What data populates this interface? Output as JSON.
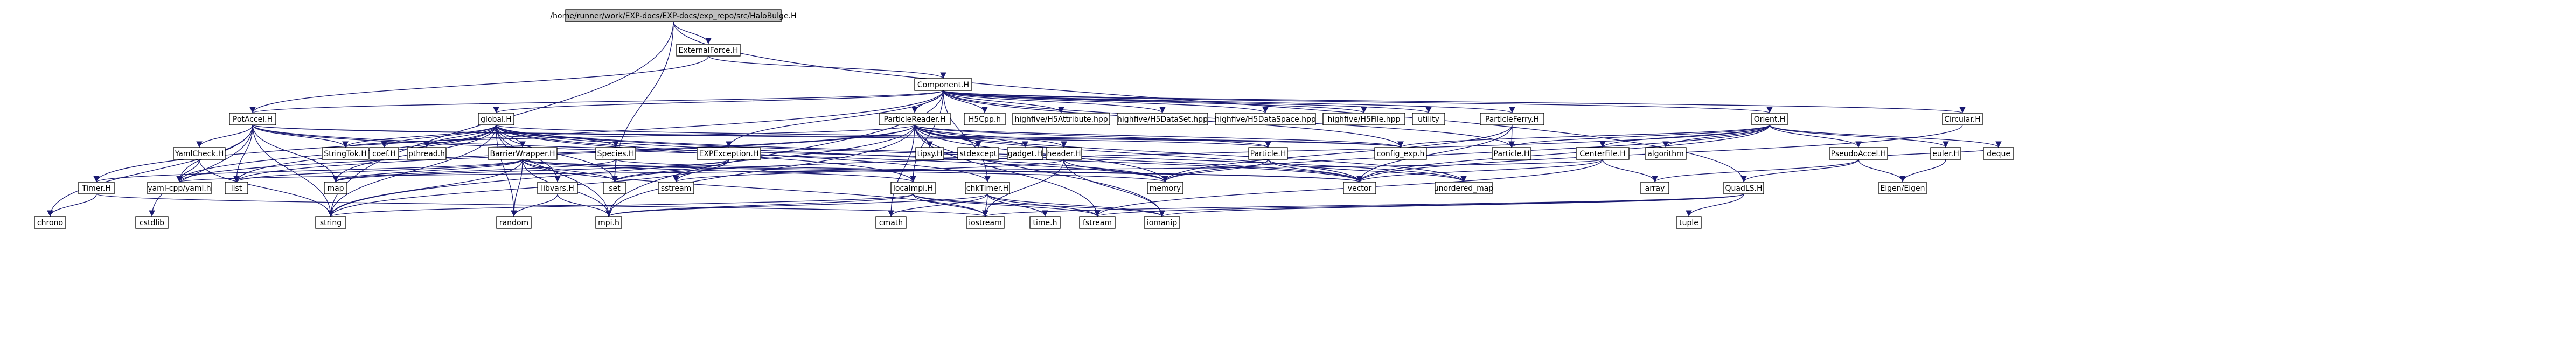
{
  "graph": {
    "title": "/home/runner/work/EXP-docs/EXP-docs/exp_repo/src/HaloBulge.H",
    "root": "halobulge",
    "colors": {
      "edge": "#191970",
      "node_border": "#000000",
      "root_fill": "#bfbfbf",
      "node_fill": "#ffffff"
    },
    "nodes": [
      {
        "id": "halobulge",
        "label": "/home/runner/work/EXP-docs/EXP-docs/exp_repo/src/HaloBulge.H"
      },
      {
        "id": "externalforce",
        "label": "ExternalForce.H"
      },
      {
        "id": "component",
        "label": "Component.H"
      },
      {
        "id": "potaccel",
        "label": "PotAccel.H"
      },
      {
        "id": "global",
        "label": "global.H"
      },
      {
        "id": "particlereader",
        "label": "ParticleReader.H"
      },
      {
        "id": "h5cpp",
        "label": "H5Cpp.h"
      },
      {
        "id": "h5attribute",
        "label": "highfive/H5Attribute.hpp"
      },
      {
        "id": "h5dataset",
        "label": "highfive/H5DataSet.hpp"
      },
      {
        "id": "h5dataspace",
        "label": "highfive/H5DataSpace.hpp"
      },
      {
        "id": "h5file",
        "label": "highfive/H5File.hpp"
      },
      {
        "id": "utility",
        "label": "utility"
      },
      {
        "id": "particleferry",
        "label": "ParticleFerry.H"
      },
      {
        "id": "orient",
        "label": "Orient.H"
      },
      {
        "id": "circular",
        "label": "Circular.H"
      },
      {
        "id": "yamlcheck",
        "label": "YamlCheck.H"
      },
      {
        "id": "stringtok",
        "label": "StringTok.H"
      },
      {
        "id": "coef",
        "label": "coef.H"
      },
      {
        "id": "pthread",
        "label": "pthread.h"
      },
      {
        "id": "barrierwrapper",
        "label": "BarrierWrapper.H"
      },
      {
        "id": "species",
        "label": "Species.H"
      },
      {
        "id": "expexception",
        "label": "EXPException.H"
      },
      {
        "id": "tipsy",
        "label": "tipsy.H"
      },
      {
        "id": "stdexcept",
        "label": "stdexcept"
      },
      {
        "id": "gadget",
        "label": "gadget.H"
      },
      {
        "id": "header",
        "label": "header.H"
      },
      {
        "id": "particle",
        "label": "Particle.H"
      },
      {
        "id": "centerfile",
        "label": "CenterFile.H"
      },
      {
        "id": "configexp",
        "label": "config_exp.h"
      },
      {
        "id": "particleh",
        "label": "Particle.H"
      },
      {
        "id": "algorithm",
        "label": "algorithm"
      },
      {
        "id": "pseudoaccel",
        "label": "PseudoAccel.H"
      },
      {
        "id": "euler",
        "label": "euler.H"
      },
      {
        "id": "deque",
        "label": "deque"
      },
      {
        "id": "timer",
        "label": "Timer.H"
      },
      {
        "id": "yamlcpp",
        "label": "yaml-cpp/yaml.h"
      },
      {
        "id": "list",
        "label": "list"
      },
      {
        "id": "map",
        "label": "map"
      },
      {
        "id": "libvars",
        "label": "libvars.H"
      },
      {
        "id": "set",
        "label": "set"
      },
      {
        "id": "sstream",
        "label": "sstream"
      },
      {
        "id": "localmpi",
        "label": "localmpi.H"
      },
      {
        "id": "chktimer",
        "label": "chkTimer.H"
      },
      {
        "id": "memory",
        "label": "memory"
      },
      {
        "id": "vector",
        "label": "vector"
      },
      {
        "id": "unorderedmap",
        "label": "unordered_map"
      },
      {
        "id": "array",
        "label": "array"
      },
      {
        "id": "quadls",
        "label": "QuadLS.H"
      },
      {
        "id": "eigen",
        "label": "Eigen/Eigen"
      },
      {
        "id": "chrono",
        "label": "chrono"
      },
      {
        "id": "cstdlib",
        "label": "cstdlib"
      },
      {
        "id": "string",
        "label": "string"
      },
      {
        "id": "random",
        "label": "random"
      },
      {
        "id": "mpi",
        "label": "mpi.h"
      },
      {
        "id": "cmath",
        "label": "cmath"
      },
      {
        "id": "iostream",
        "label": "iostream"
      },
      {
        "id": "timeh",
        "label": "time.h"
      },
      {
        "id": "fstream",
        "label": "fstream"
      },
      {
        "id": "iomanip",
        "label": "iomanip"
      },
      {
        "id": "tuple",
        "label": "tuple"
      }
    ],
    "edges": [
      [
        "halobulge",
        "externalforce"
      ],
      [
        "halobulge",
        "string"
      ],
      [
        "halobulge",
        "set"
      ],
      [
        "halobulge",
        "quadls"
      ],
      [
        "externalforce",
        "component"
      ],
      [
        "externalforce",
        "potaccel"
      ],
      [
        "component",
        "potaccel"
      ],
      [
        "component",
        "global"
      ],
      [
        "component",
        "particlereader"
      ],
      [
        "component",
        "h5cpp"
      ],
      [
        "component",
        "h5attribute"
      ],
      [
        "component",
        "h5dataset"
      ],
      [
        "component",
        "h5dataspace"
      ],
      [
        "component",
        "h5file"
      ],
      [
        "component",
        "utility"
      ],
      [
        "component",
        "particleferry"
      ],
      [
        "component",
        "orient"
      ],
      [
        "component",
        "circular"
      ],
      [
        "component",
        "expexception"
      ],
      [
        "component",
        "configexp"
      ],
      [
        "component",
        "timer"
      ],
      [
        "component",
        "localmpi"
      ],
      [
        "component",
        "chktimer"
      ],
      [
        "component",
        "mpi"
      ],
      [
        "component",
        "particleh"
      ],
      [
        "potaccel",
        "yamlcheck"
      ],
      [
        "potaccel",
        "stringtok"
      ],
      [
        "potaccel",
        "yamlcpp"
      ],
      [
        "potaccel",
        "list"
      ],
      [
        "potaccel",
        "map"
      ],
      [
        "potaccel",
        "vector"
      ],
      [
        "potaccel",
        "memory"
      ],
      [
        "potaccel",
        "chrono"
      ],
      [
        "potaccel",
        "cstdlib"
      ],
      [
        "potaccel",
        "string"
      ],
      [
        "potaccel",
        "configexp"
      ],
      [
        "potaccel",
        "particle"
      ],
      [
        "yamlcheck",
        "yamlcpp"
      ],
      [
        "yamlcheck",
        "string"
      ],
      [
        "global",
        "coef"
      ],
      [
        "global",
        "pthread"
      ],
      [
        "global",
        "barrierwrapper"
      ],
      [
        "global",
        "species"
      ],
      [
        "global",
        "stringtok"
      ],
      [
        "global",
        "list"
      ],
      [
        "global",
        "map"
      ],
      [
        "global",
        "libvars"
      ],
      [
        "global",
        "set"
      ],
      [
        "global",
        "memory"
      ],
      [
        "global",
        "vector"
      ],
      [
        "global",
        "string"
      ],
      [
        "global",
        "random"
      ],
      [
        "global",
        "mpi"
      ],
      [
        "global",
        "localmpi"
      ],
      [
        "global",
        "chktimer"
      ],
      [
        "global",
        "configexp"
      ],
      [
        "global",
        "yamlcpp"
      ],
      [
        "global",
        "unorderedmap"
      ],
      [
        "barrierwrapper",
        "list"
      ],
      [
        "barrierwrapper",
        "map"
      ],
      [
        "barrierwrapper",
        "set"
      ],
      [
        "barrierwrapper",
        "localmpi"
      ],
      [
        "barrierwrapper",
        "mpi"
      ],
      [
        "barrierwrapper",
        "string"
      ],
      [
        "barrierwrapper",
        "iostream"
      ],
      [
        "barrierwrapper",
        "timer"
      ],
      [
        "barrierwrapper",
        "memory"
      ],
      [
        "barrierwrapper",
        "vector"
      ],
      [
        "barrierwrapper",
        "random"
      ],
      [
        "species",
        "set"
      ],
      [
        "species",
        "vector"
      ],
      [
        "species",
        "map"
      ],
      [
        "particlereader",
        "stringtok"
      ],
      [
        "particlereader",
        "tipsy"
      ],
      [
        "particlereader",
        "stdexcept"
      ],
      [
        "particlereader",
        "gadget"
      ],
      [
        "particlereader",
        "header"
      ],
      [
        "particlereader",
        "particle"
      ],
      [
        "particlereader",
        "configexp"
      ],
      [
        "particlereader",
        "list"
      ],
      [
        "particlereader",
        "vector"
      ],
      [
        "particlereader",
        "memory"
      ],
      [
        "particlereader",
        "mpi"
      ],
      [
        "particlereader",
        "string"
      ],
      [
        "particlereader",
        "fstream"
      ],
      [
        "particlereader",
        "iomanip"
      ],
      [
        "particlereader",
        "cmath"
      ],
      [
        "particlereader",
        "unorderedmap"
      ],
      [
        "particlereader",
        "yamlcpp"
      ],
      [
        "header",
        "memory"
      ],
      [
        "header",
        "iostream"
      ],
      [
        "header",
        "iomanip"
      ],
      [
        "header",
        "sstream"
      ],
      [
        "particle",
        "vector"
      ],
      [
        "particle",
        "unorderedmap"
      ],
      [
        "particle",
        "memory"
      ],
      [
        "particleferry",
        "particleh"
      ],
      [
        "particleferry",
        "memory"
      ],
      [
        "particleferry",
        "vector"
      ],
      [
        "expexception",
        "set"
      ],
      [
        "expexception",
        "map"
      ],
      [
        "expexception",
        "sstream"
      ],
      [
        "expexception",
        "string"
      ],
      [
        "orient",
        "centerfile"
      ],
      [
        "orient",
        "pseudoaccel"
      ],
      [
        "orient",
        "euler"
      ],
      [
        "orient",
        "particleh"
      ],
      [
        "orient",
        "configexp"
      ],
      [
        "orient",
        "algorithm"
      ],
      [
        "orient",
        "deque"
      ],
      [
        "orient",
        "vector"
      ],
      [
        "orient",
        "set"
      ],
      [
        "orient",
        "memory"
      ],
      [
        "centerfile",
        "array"
      ],
      [
        "centerfile",
        "vector"
      ],
      [
        "centerfile",
        "yamlcpp"
      ],
      [
        "centerfile",
        "fstream"
      ],
      [
        "pseudoaccel",
        "eigen"
      ],
      [
        "pseudoaccel",
        "deque"
      ],
      [
        "pseudoaccel",
        "array"
      ],
      [
        "pseudoaccel",
        "quadls"
      ],
      [
        "euler",
        "eigen"
      ],
      [
        "circular",
        "vector"
      ],
      [
        "quadls",
        "iomanip"
      ],
      [
        "quadls",
        "tuple"
      ],
      [
        "quadls",
        "fstream"
      ],
      [
        "quadls",
        "iostream"
      ],
      [
        "timer",
        "chrono"
      ],
      [
        "timer",
        "iostream"
      ],
      [
        "libvars",
        "random"
      ],
      [
        "libvars",
        "mpi"
      ],
      [
        "localmpi",
        "mpi"
      ],
      [
        "localmpi",
        "iostream"
      ],
      [
        "localmpi",
        "fstream"
      ],
      [
        "localmpi",
        "iomanip"
      ],
      [
        "localmpi",
        "string"
      ],
      [
        "chktimer",
        "timeh"
      ],
      [
        "chktimer",
        "mpi"
      ],
      [
        "chktimer",
        "iostream"
      ],
      [
        "chktimer",
        "iomanip"
      ],
      [
        "chktimer",
        "fstream"
      ],
      [
        "chktimer",
        "cmath"
      ]
    ]
  }
}
